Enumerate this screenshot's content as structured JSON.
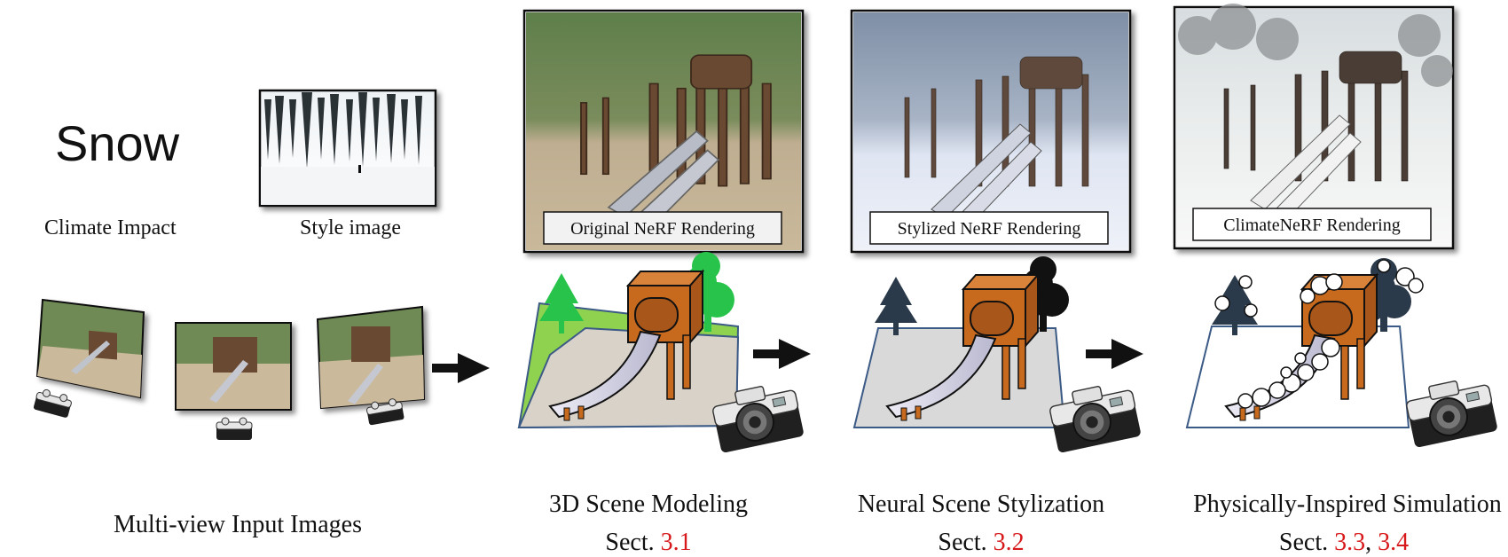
{
  "top": {
    "weather_word": "Snow",
    "climate_label": "Climate Impact",
    "style_label": "Style image"
  },
  "renderings": [
    {
      "caption": "Original NeRF Rendering"
    },
    {
      "caption": "Stylized NeRF Rendering"
    },
    {
      "caption": "ClimateNeRF Rendering"
    }
  ],
  "stages": [
    {
      "title": "Multi-view Input Images"
    },
    {
      "title": "3D Scene Modeling",
      "sect_prefix": "Sect.",
      "sect_refs": [
        "3.1"
      ]
    },
    {
      "title": "Neural Scene Stylization",
      "sect_prefix": "Sect.",
      "sect_refs": [
        "3.2"
      ]
    },
    {
      "title": "Physically-Inspired Simulation",
      "sect_prefix": "Sect.",
      "sect_refs": [
        "3.3",
        "3.4"
      ],
      "sect_separator": ","
    }
  ],
  "colors": {
    "ref_red": "#d7191c",
    "grass_green": "#8fd24f",
    "tree_green": "#27c34a",
    "tree_dark": "#2b3a4a",
    "ground": "#d8d2c8",
    "ground_grey": "#d9d9d9",
    "box_orange": "#c86a1e"
  },
  "icons": [
    "camera-icon",
    "tree-icon",
    "slide-icon",
    "arrow-right-icon"
  ]
}
